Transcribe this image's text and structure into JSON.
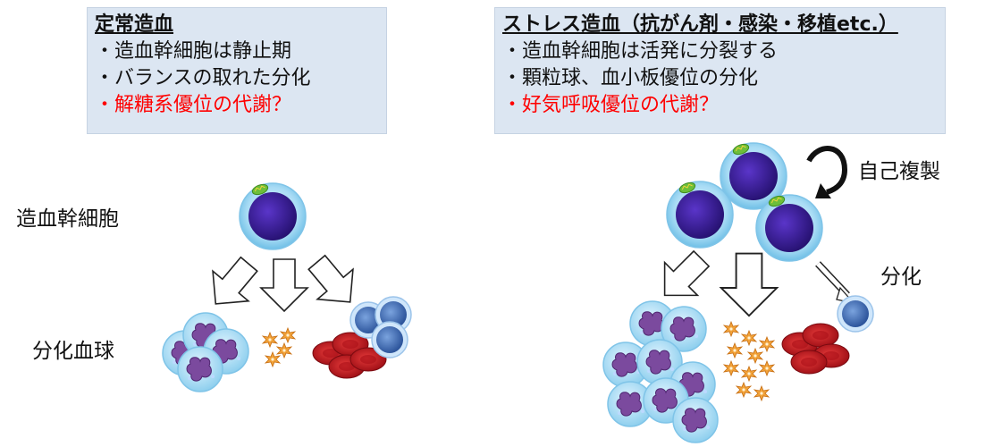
{
  "steady": {
    "heading": "定常造血",
    "bullets": [
      "・造血幹細胞は静止期",
      "・バランスの取れた分化",
      "・解糖系優位の代謝？"
    ]
  },
  "stress": {
    "heading": "ストレス造血（抗がん剤・感染・移植etc.）",
    "bullets": [
      "・造血幹細胞は活発に分裂する",
      "・顆粒球、血小板優位の分化",
      "・好気呼吸優位の代謝？"
    ]
  },
  "labels": {
    "hsc": "造血幹細胞",
    "blood_cells": "分化血球",
    "self_renewal": "自己複製",
    "differentiation": "分化"
  },
  "colors": {
    "box_bg": "#dce6f2",
    "red_text": "#ff0000",
    "hsc_halo": "#a9dcf5",
    "hsc_nucleus": "#3b1a9a",
    "granulocyte": "#a9dcf5",
    "granulocyte_nucleus": "#6b3f8c",
    "platelet": "#f09a2a",
    "rbc": "#c3121c",
    "lymphocyte": "#3f6fb8",
    "mitochondria": "#6cbf3a"
  }
}
